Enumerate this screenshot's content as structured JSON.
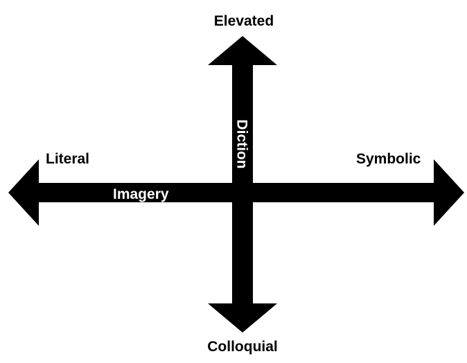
{
  "diagram": {
    "vertical_axis": {
      "name": "Diction",
      "top_pole": "Elevated",
      "bottom_pole": "Colloquial"
    },
    "horizontal_axis": {
      "name": "Imagery",
      "left_pole": "Literal",
      "right_pole": "Symbolic"
    }
  },
  "colors": {
    "arrow": "#000000",
    "axis_label": "#ffffff",
    "background": "#ffffff"
  }
}
